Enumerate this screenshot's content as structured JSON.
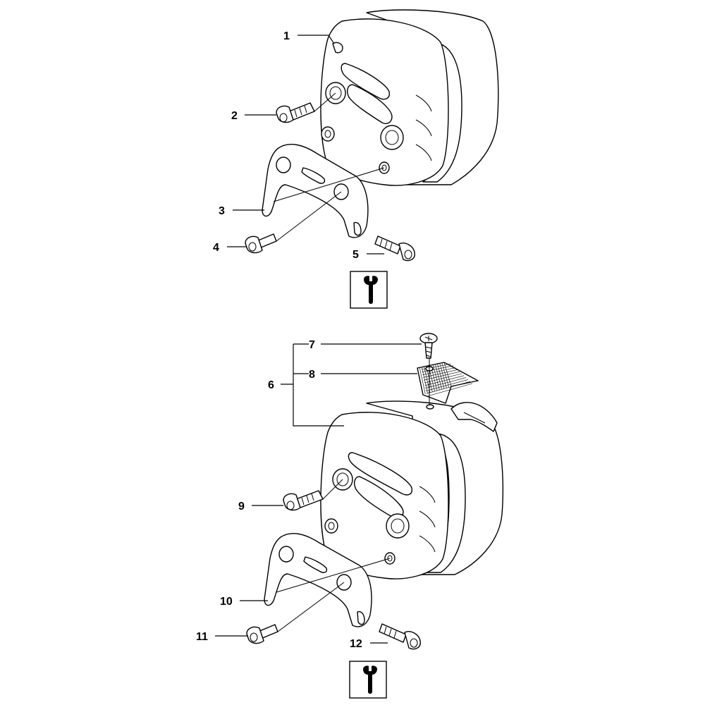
{
  "colors": {
    "line": "#000000",
    "background": "#ffffff"
  },
  "callouts": {
    "c1": "1",
    "c2": "2",
    "c3": "3",
    "c4": "4",
    "c5": "5",
    "c6": "6",
    "c7": "7",
    "c8": "8",
    "c9": "9",
    "c10": "10",
    "c11": "11",
    "c12": "12"
  },
  "icons": {
    "tool_top": "wrench-icon",
    "tool_bottom": "wrench-icon"
  }
}
